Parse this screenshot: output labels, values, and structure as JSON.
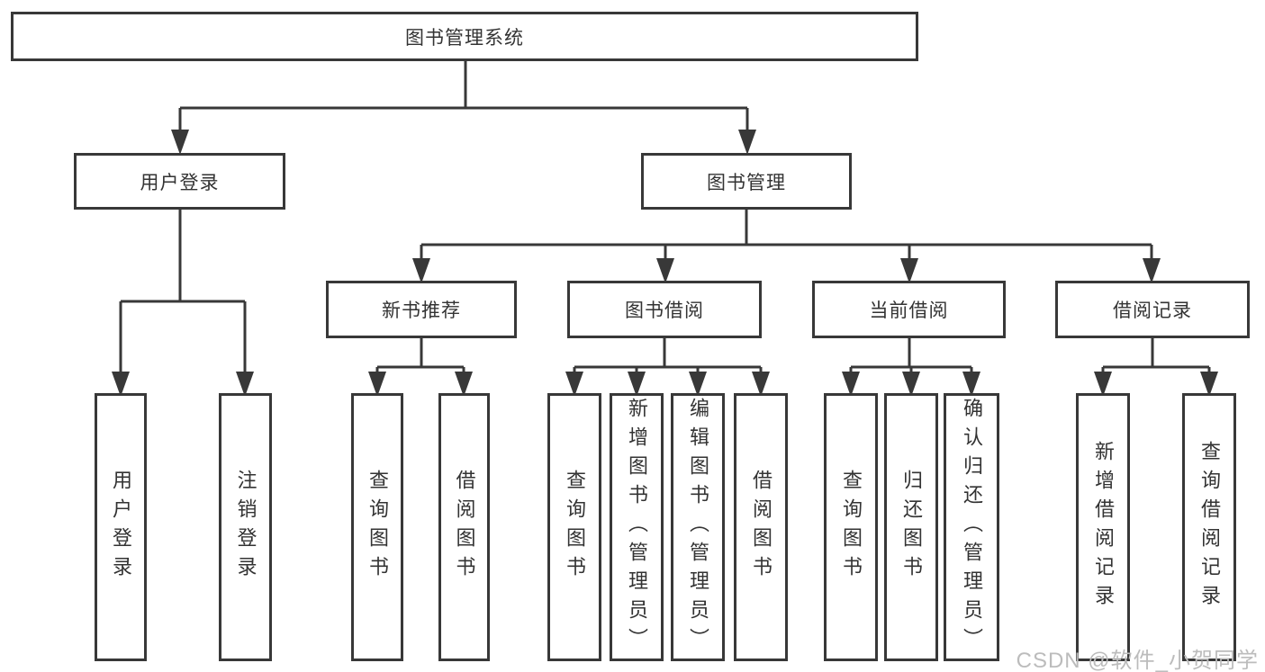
{
  "diagram": {
    "root": {
      "label": "图书管理系统"
    },
    "branches": [
      {
        "label": "用户登录",
        "children": [
          "用户登录",
          "注销登录"
        ]
      },
      {
        "label": "图书管理",
        "children": [
          {
            "label": "新书推荐",
            "children": [
              "查询图书",
              "借阅图书"
            ]
          },
          {
            "label": "图书借阅",
            "children": [
              "查询图书",
              "新增图书（管理员）",
              "编辑图书（管理员）",
              "借阅图书"
            ]
          },
          {
            "label": "当前借阅",
            "children": [
              "查询图书",
              "归还图书",
              "确认归还（管理员）"
            ]
          },
          {
            "label": "借阅记录",
            "children": [
              "新增借阅记录",
              "查询借阅记录"
            ]
          }
        ]
      }
    ]
  },
  "watermark": {
    "text": "CSDN @软件_小贺同学"
  },
  "colors": {
    "line": "#383838",
    "box_border": "#383838",
    "text": "#333333",
    "watermark": "#bcbcbc",
    "background": "#ffffff"
  }
}
